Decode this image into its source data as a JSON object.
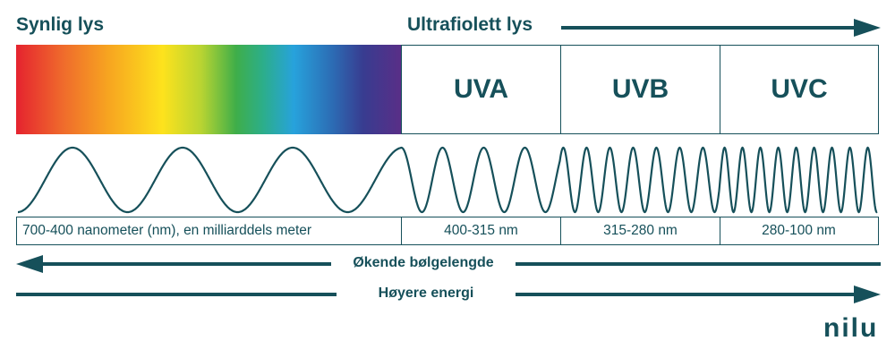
{
  "titles": {
    "visible": "Synlig lys",
    "ultraviolet": "Ultrafiolett lys"
  },
  "bands": {
    "uva": "UVA",
    "uvb": "UVB",
    "uvc": "UVC"
  },
  "ranges": {
    "visible": "700-400 nanometer (nm), en milliarddels meter",
    "uva": "400-315 nm",
    "uvb": "315-280 nm",
    "uvc": "280-100 nm"
  },
  "arrows": {
    "wavelength": "Økende bølgelengde",
    "energy": "Høyere energi"
  },
  "logo": "nilu",
  "colors": {
    "primary": "#16505a"
  }
}
